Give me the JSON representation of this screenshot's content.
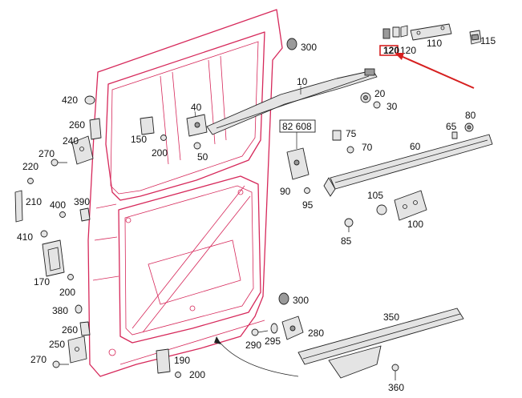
{
  "labels": {
    "p10": "10",
    "p20": "20",
    "p30": "30",
    "p40": "40",
    "p50": "50",
    "p60": "60",
    "p65": "65",
    "p70": "70",
    "p75": "75",
    "p80": "80",
    "p82608": "82 608",
    "p85": "85",
    "p90": "90",
    "p95": "95",
    "p100": "100",
    "p105": "105",
    "p110": "110",
    "p115": "115",
    "p120": "120",
    "p120box": "120",
    "p150": "150",
    "p170": "170",
    "p190": "190",
    "p200a": "200",
    "p200b": "200",
    "p200c": "200",
    "p210": "210",
    "p220": "220",
    "p240": "240",
    "p250": "250",
    "p260a": "260",
    "p260b": "260",
    "p270a": "270",
    "p270b": "270",
    "p280": "280",
    "p290": "290",
    "p295": "295",
    "p300a": "300",
    "p300b": "300",
    "p350": "350",
    "p360": "360",
    "p380": "380",
    "p390": "390",
    "p400": "400",
    "p410": "410",
    "p420": "420"
  },
  "colors": {
    "door_outline": "#d6285a",
    "highlight_arrow": "#d61f1f",
    "part_stroke": "#222222"
  }
}
